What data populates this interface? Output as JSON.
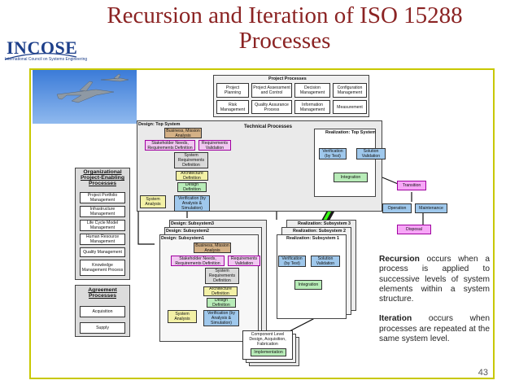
{
  "slide": {
    "title_line1": "Recursion and Iteration of ISO 15288",
    "title_line2": "Processes",
    "page_number": "43"
  },
  "logo": {
    "name": "INCOSE",
    "sub": "International Council on Systems Engineering"
  },
  "diagram": {
    "project_processes": {
      "label": "Project Processes",
      "items": [
        "Project Planning",
        "Project Assessment and Control",
        "Decision Management",
        "Configuration Management",
        "Risk Management",
        "Quality Assurance Process",
        "Information Management",
        "Measurement"
      ]
    },
    "technical_processes_label": "Technical Processes",
    "design_top": "Design: Top System",
    "realization_top": "Realization: Top System",
    "business_mission": "Business, Mission Analysis",
    "stakeholder_needs": "Stakeholder Needs, Requirements Definition",
    "system_requirements": "Requirements Validation",
    "system_req_def": "System Requirements Definition",
    "architecture_definition": "Architecture Definition",
    "design_definition": "Design Definition",
    "verification_analysis": "Verification (by Analysis & Simulation)",
    "system_analysis": "System Analysis",
    "verification_test": "Verification (by Test)",
    "solution_validation": "Solution Validation",
    "integration": "Integration",
    "transition": "Transition",
    "operation": "Operation",
    "maintenance": "Maintenance",
    "disposal": "Disposal",
    "org_enabling": {
      "label": "Organizational Project-Enabling Processes",
      "items": [
        "Project Portfolio Management",
        "Infrastructure Management",
        "Life Cycle Model Management",
        "Human Resource Management",
        "Quality Management",
        "Knowledge Management Process"
      ]
    },
    "agreement": {
      "label": "Agreement Processes",
      "items": [
        "Acquisition",
        "Supply"
      ]
    },
    "design_subsystem3": "Design: Subsystem3",
    "design_subsystem2": "Design: Subsystem2",
    "design_subsystem1": "Design: Subsystem1",
    "realization_subsystem3": "Realization: Subsystem 3",
    "realization_subsystem2": "Realization: Subsystem 2",
    "realization_subsystem1": "Realization: Subsystem 1",
    "sub_business_mission": "Business, Mission Analysis",
    "sub_stakeholder": "Stakeholder Needs, Requirements Definition",
    "sub_requirements_validation": "Requirements Validation",
    "sub_system_req_def": "System Requirements Definition",
    "sub_architecture": "Architecture Definition",
    "sub_design": "Design Definition",
    "sub_verification_analysis": "Verification (by Analysis & Simulation)",
    "sub_system_analysis": "System Analysis",
    "sub_verification_test": "Verification (by Test)",
    "sub_solution_validation": "Solution Validation",
    "sub_integration": "Integration",
    "component_level": "Component Level Design, Acquisition, Fabrication",
    "implementation": "Implementation"
  },
  "callout": {
    "recursion_term": "Recursion",
    "recursion_text": " occurs when a process is applied to successive levels of system elements within a system structure.",
    "iteration_term": "Iteration",
    "iteration_text": " occurs when processes are repeated at the same system level."
  }
}
